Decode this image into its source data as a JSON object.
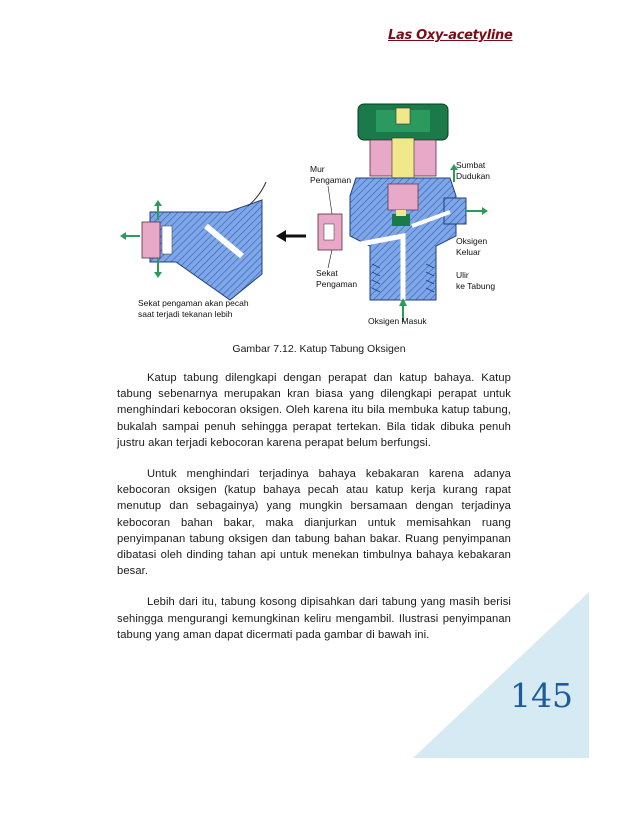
{
  "header": {
    "title": "Las Oxy-acetyline"
  },
  "figure": {
    "labels": {
      "mur": "Mur",
      "pengaman": "Pengaman",
      "sumbat": "Sumbat",
      "dudukan": "Dudukan",
      "oksigen": "Oksigen",
      "keluar": "Keluar",
      "sekat": "Sekat",
      "pengaman2": "Pengaman",
      "ulir": "Ulir",
      "ke_tabung": "ke Tabung",
      "oksigen_masuk": "Oksigen Masuk",
      "note_line1": "Sekat pengaman akan pecah",
      "note_line2": "saat terjadi tekanan lebih"
    },
    "colors": {
      "green": "#1a7a4a",
      "pink": "#e8a8c8",
      "blue": "#5a8ad8",
      "yellow": "#f0e88a",
      "arrow": "#2e9a5a"
    },
    "caption": "Gambar 7.12. Katup Tabung Oksigen"
  },
  "body": {
    "paragraphs": [
      "Katup tabung dilengkapi dengan perapat dan katup bahaya. Katup tabung sebenarnya merupakan kran biasa yang dilengkapi perapat untuk menghindari kebocoran oksigen. Oleh karena itu bila membuka katup tabung, bukalah sampai penuh sehingga perapat tertekan. Bila tidak dibuka penuh justru akan terjadi kebocoran karena perapat belum berfungsi.",
      "Untuk menghindari terjadinya bahaya kebakaran karena adanya kebocoran oksigen (katup bahaya pecah atau katup kerja kurang rapat menutup dan sebagainya) yang mungkin bersamaan dengan terjadinya kebocoran bahan bakar, maka dianjurkan untuk memisahkan ruang penyimpanan tabung oksigen dan tabung bahan bakar. Ruang penyimpanan dibatasi oleh dinding tahan api untuk menekan timbulnya bahaya kebakaran besar.",
      "Lebih dari itu, tabung kosong dipisahkan dari tabung yang masih berisi sehingga mengurangi kemungkinan keliru mengambil. Ilustrasi penyimpanan tabung yang aman dapat dicermati pada gambar di bawah ini."
    ]
  },
  "footer": {
    "page_number": "145",
    "corner_color": "#d6eaf4"
  }
}
